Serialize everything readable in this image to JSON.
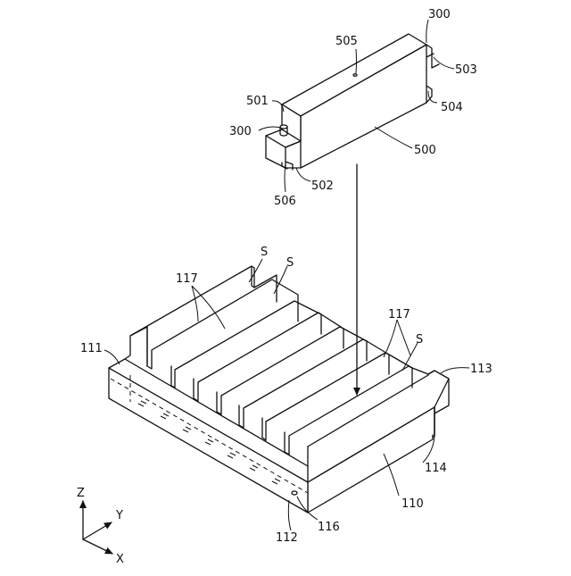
{
  "figure": {
    "labels": {
      "l300_top": "300",
      "l505": "505",
      "l503": "503",
      "l501": "501",
      "l504": "504",
      "l300_left": "300",
      "l500": "500",
      "l502": "502",
      "l506": "506",
      "s1": "S",
      "s2": "S",
      "s3": "S",
      "l117_left": "117",
      "l117_right": "117",
      "l111": "111",
      "l113": "113",
      "l114": "114",
      "l110": "110",
      "l116": "116",
      "l112": "112"
    },
    "axes": {
      "z": "Z",
      "y": "Y",
      "x": "X"
    }
  }
}
